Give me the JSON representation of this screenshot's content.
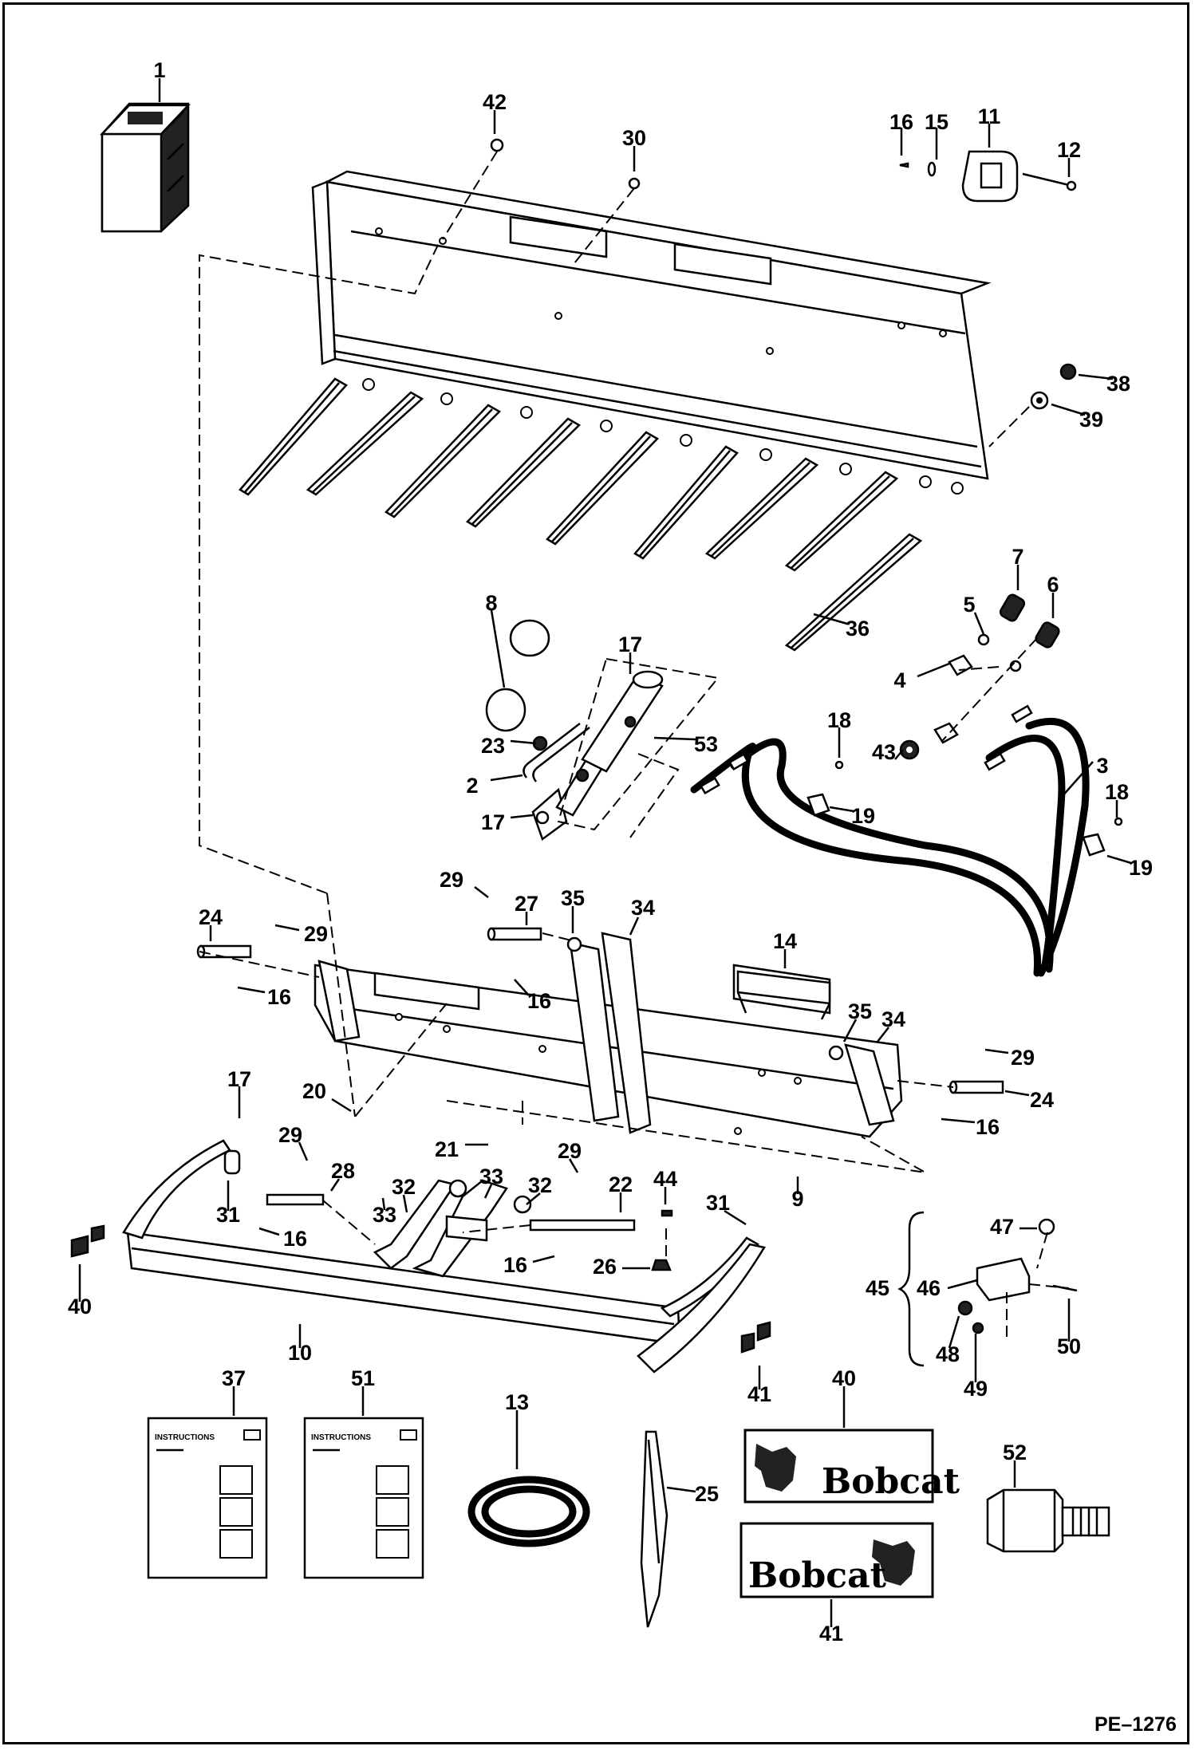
{
  "callouts": [
    {
      "id": "c1",
      "text": "1"
    },
    {
      "id": "c42",
      "text": "42"
    },
    {
      "id": "c30",
      "text": "30"
    },
    {
      "id": "c16a",
      "text": "16"
    },
    {
      "id": "c15",
      "text": "15"
    },
    {
      "id": "c11",
      "text": "11"
    },
    {
      "id": "c12",
      "text": "12"
    },
    {
      "id": "c38",
      "text": "38"
    },
    {
      "id": "c39",
      "text": "39"
    },
    {
      "id": "c7",
      "text": "7"
    },
    {
      "id": "c6",
      "text": "6"
    },
    {
      "id": "c5",
      "text": "5"
    },
    {
      "id": "c4",
      "text": "4"
    },
    {
      "id": "c8",
      "text": "8"
    },
    {
      "id": "c36",
      "text": "36"
    },
    {
      "id": "c17a",
      "text": "17"
    },
    {
      "id": "c23",
      "text": "23"
    },
    {
      "id": "c53",
      "text": "53"
    },
    {
      "id": "c2",
      "text": "2"
    },
    {
      "id": "c17b",
      "text": "17"
    },
    {
      "id": "c18a",
      "text": "18"
    },
    {
      "id": "c43",
      "text": "43"
    },
    {
      "id": "c19a",
      "text": "19"
    },
    {
      "id": "c3",
      "text": "3"
    },
    {
      "id": "c18b",
      "text": "18"
    },
    {
      "id": "c19b",
      "text": "19"
    },
    {
      "id": "c29a",
      "text": "29"
    },
    {
      "id": "c24a",
      "text": "24"
    },
    {
      "id": "c29b",
      "text": "29"
    },
    {
      "id": "c27",
      "text": "27"
    },
    {
      "id": "c35a",
      "text": "35"
    },
    {
      "id": "c34a",
      "text": "34"
    },
    {
      "id": "c16b",
      "text": "16"
    },
    {
      "id": "c16c",
      "text": "16"
    },
    {
      "id": "c14",
      "text": "14"
    },
    {
      "id": "c35b",
      "text": "35"
    },
    {
      "id": "c34b",
      "text": "34"
    },
    {
      "id": "c29c",
      "text": "29"
    },
    {
      "id": "c24b",
      "text": "24"
    },
    {
      "id": "c16d",
      "text": "16"
    },
    {
      "id": "c20",
      "text": "20"
    },
    {
      "id": "c21",
      "text": "21"
    },
    {
      "id": "c9",
      "text": "9"
    },
    {
      "id": "c17c",
      "text": "17"
    },
    {
      "id": "c29d",
      "text": "29"
    },
    {
      "id": "c28",
      "text": "28"
    },
    {
      "id": "c31a",
      "text": "31"
    },
    {
      "id": "c16e",
      "text": "16"
    },
    {
      "id": "c33a",
      "text": "33"
    },
    {
      "id": "c32a",
      "text": "32"
    },
    {
      "id": "c33b",
      "text": "33"
    },
    {
      "id": "c32b",
      "text": "32"
    },
    {
      "id": "c29e",
      "text": "29"
    },
    {
      "id": "c22",
      "text": "22"
    },
    {
      "id": "c44",
      "text": "44"
    },
    {
      "id": "c31b",
      "text": "31"
    },
    {
      "id": "c16f",
      "text": "16"
    },
    {
      "id": "c26",
      "text": "26"
    },
    {
      "id": "c40a",
      "text": "40"
    },
    {
      "id": "c10",
      "text": "10"
    },
    {
      "id": "c41a",
      "text": "41"
    },
    {
      "id": "c47",
      "text": "47"
    },
    {
      "id": "c45",
      "text": "45"
    },
    {
      "id": "c46",
      "text": "46"
    },
    {
      "id": "c48",
      "text": "48"
    },
    {
      "id": "c50",
      "text": "50"
    },
    {
      "id": "c49",
      "text": "49"
    },
    {
      "id": "c37",
      "text": "37"
    },
    {
      "id": "c51",
      "text": "51"
    },
    {
      "id": "c13",
      "text": "13"
    },
    {
      "id": "c25",
      "text": "25"
    },
    {
      "id": "c40b",
      "text": "40"
    },
    {
      "id": "c41b",
      "text": "41"
    },
    {
      "id": "c52",
      "text": "52"
    }
  ],
  "instruction_sheets": {
    "header": "INSTRUCTIONS"
  },
  "decals": {
    "brand": "Bobcat"
  },
  "figure_code": "PE–1276"
}
